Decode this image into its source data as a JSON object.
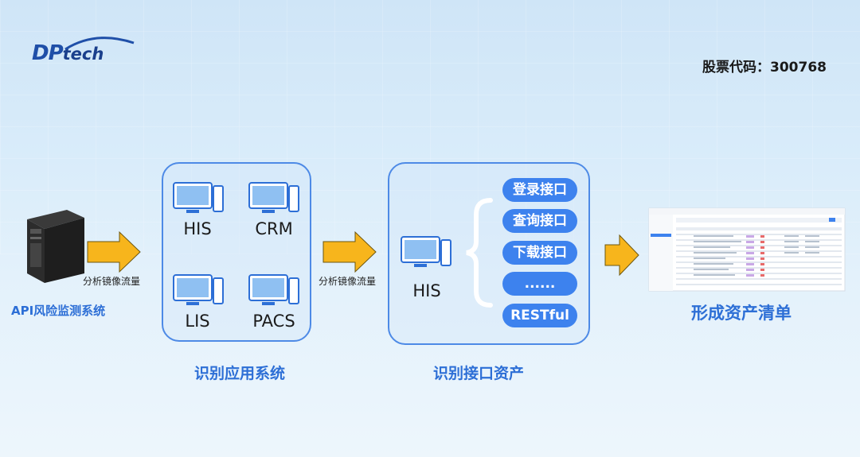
{
  "stock_code": "股票代码：300768",
  "logo": {
    "dp": "DP",
    "tech": "tech"
  },
  "api_system": "API风险监测系统",
  "flow_label_1": "分析镜像流量",
  "flow_label_2": "分析镜像流量",
  "app_box": {
    "title": "识别应用系统",
    "systems": [
      "HIS",
      "CRM",
      "LIS",
      "PACS"
    ]
  },
  "interface_box": {
    "title": "识别接口资产",
    "system": "HIS",
    "interfaces": [
      "登录接口",
      "查询接口",
      "下载接口",
      "......",
      "RESTful"
    ]
  },
  "asset_list_title": "形成资产清单",
  "colors": {
    "accent": "#3d82ee",
    "arrow": "#f7b51c",
    "title_blue": "#2d6fd6"
  }
}
